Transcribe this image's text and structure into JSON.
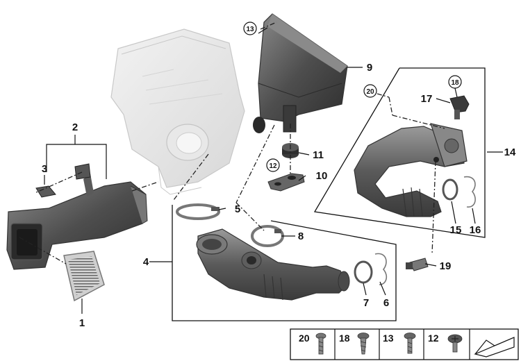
{
  "callouts": {
    "c1": "1",
    "c2": "2",
    "c3": "3",
    "c4": "4",
    "c5": "5",
    "c6": "6",
    "c7": "7",
    "c8": "8",
    "c9": "9",
    "c10": "10",
    "c11": "11",
    "c12": "12",
    "c13": "13",
    "c14": "14",
    "c15": "15",
    "c16": "16",
    "c17": "17",
    "c18": "18",
    "c19": "19",
    "c20": "20"
  },
  "legend": [
    {
      "number": "20",
      "icon": "pan-head-screw-icon"
    },
    {
      "number": "18",
      "icon": "tapping-screw-icon"
    },
    {
      "number": "13",
      "icon": "collar-screw-icon"
    },
    {
      "number": "12",
      "icon": "torx-screw-icon"
    }
  ],
  "colors": {
    "part_dark": "#4a4a4a",
    "part_mid": "#6b6b6b",
    "part_light": "#9a9a9a",
    "ghost_housing": "#e4e4e4",
    "line": "#111111"
  }
}
